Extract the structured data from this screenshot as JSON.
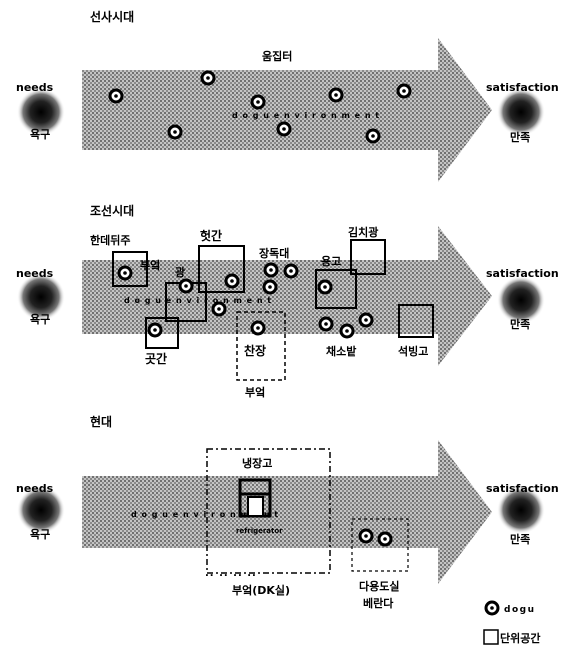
{
  "colors": {
    "ink": "#000000",
    "band": "#b8b8b8",
    "band_dot": "#6a6a6a",
    "background": "#ffffff"
  },
  "panels": [
    {
      "era": "선사시대",
      "needs_en": "needs",
      "needs_ko": "욕구",
      "satisfaction_en": "satisfaction",
      "satisfaction_ko": "만족",
      "environment_text": "d o g u   e n v i r o n m e n t",
      "labels": [
        "움집터"
      ]
    },
    {
      "era": "조선시대",
      "needs_en": "needs",
      "needs_ko": "욕구",
      "satisfaction_en": "satisfaction",
      "satisfaction_ko": "만족",
      "environment_text": "d o g u   e n v i r o n m e n t",
      "labels": [
        "한데뒤주",
        "부엌",
        "헛간",
        "광",
        "장독대",
        "곳간",
        "찬장",
        "부엌",
        "김치광",
        "용고",
        "채소밭",
        "석빙고"
      ]
    },
    {
      "era": "현대",
      "needs_en": "needs",
      "needs_ko": "욕구",
      "satisfaction_en": "satisfaction",
      "satisfaction_ko": "만족",
      "environment_text": "d o g u   e n v i r o n m e n t",
      "labels": [
        "냉장고",
        "refrigerator",
        "부엌(DK실)",
        "다용도실",
        "베란다"
      ]
    }
  ],
  "legend": {
    "dogu": "dogu",
    "unit_space": "단위공간"
  }
}
